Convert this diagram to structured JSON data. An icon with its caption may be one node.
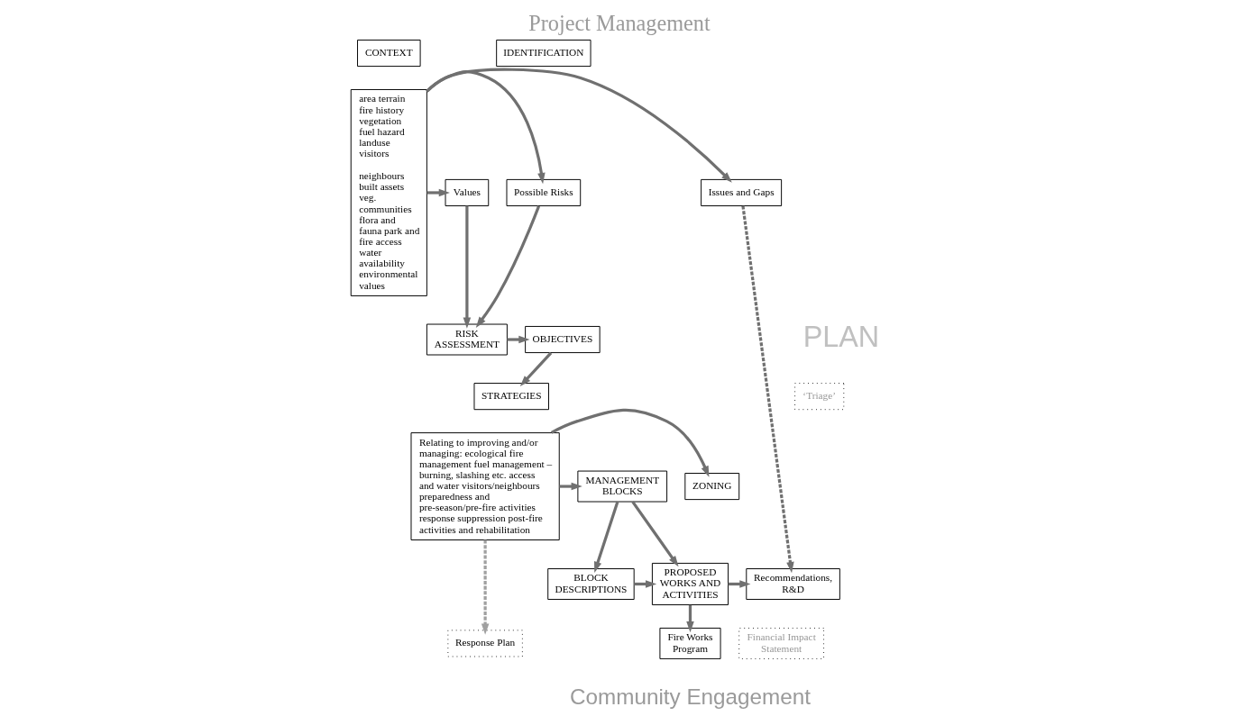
{
  "diagram": {
    "title": "Project Management",
    "caption": "Community Engagement",
    "nodes": [
      {
        "text": [
          "CONTEXT"
        ]
      },
      {
        "text": [
          "area terrain fire history vegetation fuel hazard landuse visitors",
          "neighbours built assets veg. communities flora and fauna park and fire access water availability environmental values"
        ]
      },
      {
        "text": [
          "IDENTIFICATION"
        ]
      },
      {
        "text": [
          "Possible Risks"
        ]
      },
      {
        "text": [
          "Values"
        ]
      },
      {
        "text": [
          "Issues and Gaps"
        ]
      },
      {
        "text": [
          "RISK ASSESSMENT"
        ]
      },
      {
        "text": [
          "OBJECTIVES"
        ]
      },
      {
        "text": [
          "STRATEGIES"
        ]
      },
      {
        "text": [
          "Relating to improving and/or managing: ecological fire management fuel management – burning, slashing etc. access and water visitors/neighbours preparedness and pre-season/pre-fire activities response suppression post-fire activities and rehabilitation"
        ]
      },
      {
        "text": [
          "ZONING"
        ]
      },
      {
        "text": [
          "MANAGEMENT BLOCKS"
        ]
      },
      {
        "text": [
          "‘Triage’"
        ]
      },
      {
        "text": [
          "Recommendations, R&D"
        ]
      },
      {
        "text": [
          "PROPOSED WORKS AND ACTIVITIES"
        ]
      },
      {
        "text": [
          "BLOCK DESCRIPTIONS"
        ]
      },
      {
        "text": [
          "Financial Impact Statement"
        ]
      },
      {
        "text": [
          "Fire Works Program"
        ]
      },
      {
        "text": [
          "Response Plan"
        ]
      }
    ],
    "edges": [
      {
        "from": 1,
        "to": 3,
        "arrow": "to"
      },
      {
        "from": 1,
        "to": 4,
        "arrow": "to"
      },
      {
        "from": 1,
        "to": 5,
        "arrow": "to"
      },
      {
        "from": 3,
        "to": 6,
        "arrow": "to"
      },
      {
        "from": 4,
        "to": 6,
        "arrow": "to"
      },
      {
        "from": 6,
        "to": 7,
        "arrow": "to"
      },
      {
        "from": 7,
        "to": 8,
        "arrow": "to"
      },
      {
        "from": 9,
        "to": 10,
        "arrow": "to"
      },
      {
        "from": 9,
        "to": 11,
        "arrow": "to"
      },
      {
        "from": 5,
        "to": 13,
        "arrow": "to",
        "style": "dashed"
      },
      {
        "from": 11,
        "to": 14,
        "arrow": "to"
      },
      {
        "from": 11,
        "to": 15,
        "arrow": "to"
      },
      {
        "from": 15,
        "to": 14,
        "arrow": "to"
      },
      {
        "from": 14,
        "to": 13,
        "arrow": "to"
      },
      {
        "from": 14,
        "to": 17,
        "arrow": "to"
      },
      {
        "from": 9,
        "to": 18,
        "arrow": "to",
        "style": "dashed",
        "color": "#a0a0a0"
      }
    ],
    "labels": [
      "PLAN"
    ]
  }
}
